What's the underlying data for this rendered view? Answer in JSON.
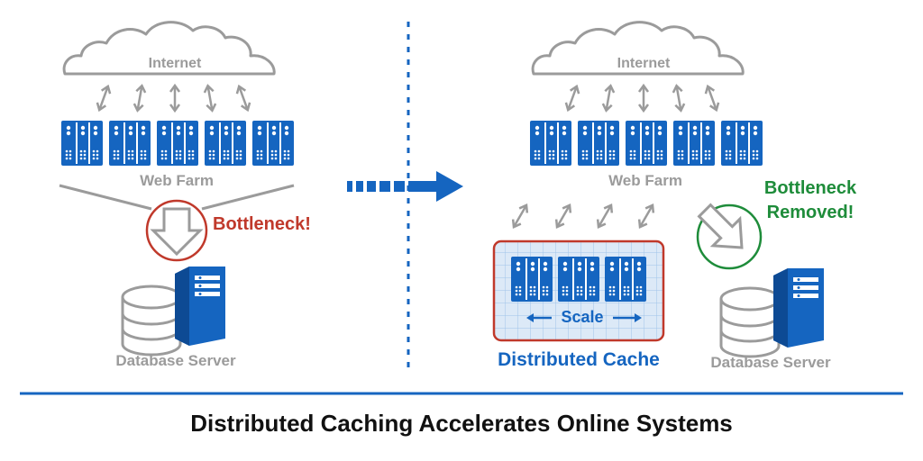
{
  "left": {
    "internet_label": "Internet",
    "web_farm_label": "Web Farm",
    "bottleneck_label": "Bottleneck!",
    "database_label": "Database Server"
  },
  "right": {
    "internet_label": "Internet",
    "web_farm_label": "Web Farm",
    "bottleneck_removed_line1": "Bottleneck",
    "bottleneck_removed_line2": "Removed!",
    "scale_label": "Scale",
    "cache_label": "Distributed Cache",
    "database_label": "Database Server"
  },
  "footer": {
    "title": "Distributed Caching Accelerates Online Systems"
  },
  "colors": {
    "server_blue": "#1565c0",
    "grey": "#9b9b9b",
    "bottleneck_red": "#c0392b",
    "removed_green": "#1e8c3a",
    "footer_rule": "#1565c0"
  },
  "icons": [
    "cloud-icon",
    "server-rack-icon",
    "database-icon",
    "down-arrow-icon",
    "double-arrow-icon",
    "transition-arrow-icon"
  ]
}
